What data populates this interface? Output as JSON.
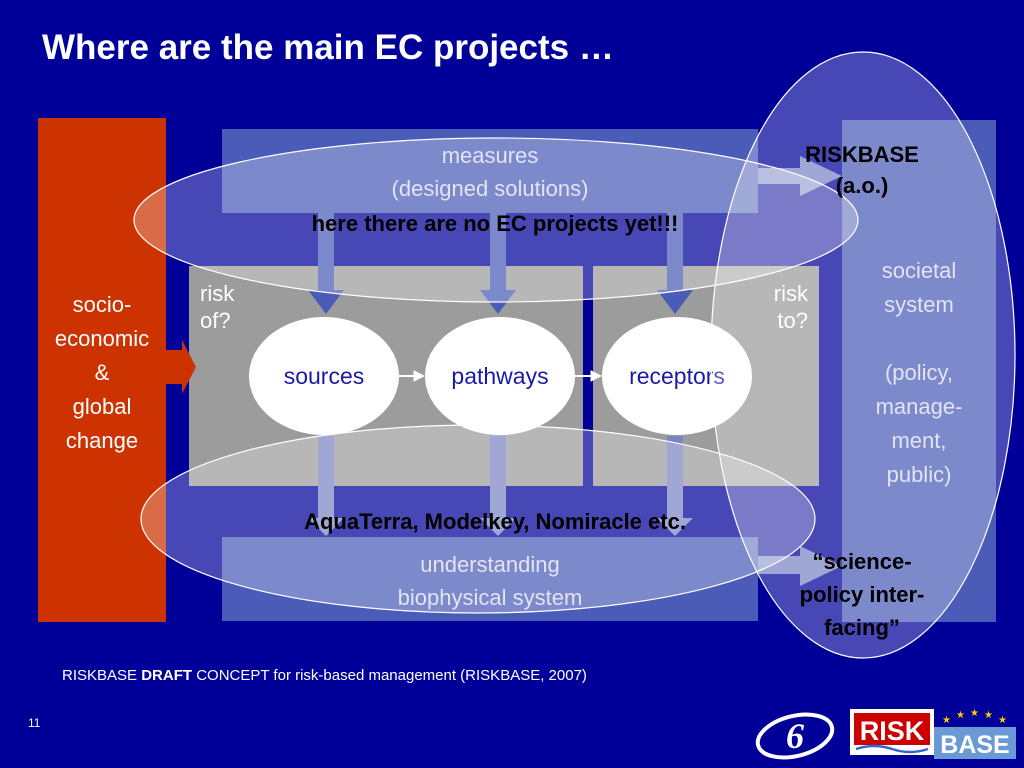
{
  "slide": {
    "title": "Where are the main EC projects …",
    "page_number": "11"
  },
  "left_column": {
    "label_lines": [
      "socio-",
      "economic",
      "&",
      "global",
      "change"
    ]
  },
  "top_box": {
    "line1": "measures",
    "line2": "(designed solutions)"
  },
  "bottom_box": {
    "line1": "understanding",
    "line2": "biophysical system"
  },
  "right_box": {
    "line1": "societal",
    "line2": "system",
    "line3": "(policy,",
    "line4": "manage-",
    "line5": "ment,",
    "line6": "public)"
  },
  "risk_labels": {
    "risk_of_1": "risk",
    "risk_of_2": "of?",
    "risk_to_1": "risk",
    "risk_to_2": "to?"
  },
  "nodes": [
    {
      "label": "sources"
    },
    {
      "label": "pathways"
    },
    {
      "label": "receptors"
    }
  ],
  "callouts": {
    "top_ellipse": "here there are no EC projects yet!!!",
    "bottom_ellipse": "AquaTerra, Modelkey, Nomiracle etc.",
    "riskbase_1": "RISKBASE",
    "riskbase_2": "(a.o.)",
    "interfacing_1": "“science-",
    "interfacing_2": "policy inter-",
    "interfacing_3": "facing”"
  },
  "footer": {
    "prefix": "RISKBASE ",
    "bold": "DRAFT",
    "suffix": " CONCEPT for risk-based management (RISKBASE, 2007)"
  },
  "logos": {
    "fp6_symbol": "6",
    "riskbase_word_1": "RISK",
    "riskbase_word_2": "BASE"
  },
  "colors": {
    "background": "#000099",
    "left_bar": "#cc3300",
    "blue_box": "#4a5cb8",
    "grey_box": "#9c9c9c",
    "node_text": "#1a1aaa"
  }
}
